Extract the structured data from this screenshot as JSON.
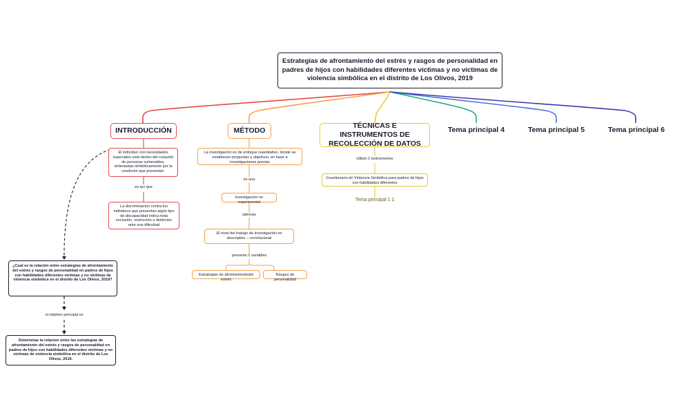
{
  "root": {
    "title": "Estrategias de afrontamiento del estrés y rasgos de personalidad en padres de hijos con habilidades diferentes víctimas y no víctimas de violencia simbólica en el distrito de Los Olivos, 2019"
  },
  "topics": {
    "introduccion": "INTRODUCCIÓN",
    "metodo": "MÉTODO",
    "tecnicas": "TÉCNICAS E INSTRUMENTOS DE RECOLECCIÓN DE DATOS",
    "tema4": "Tema principal 4",
    "tema5": "Tema principal 5",
    "tema6": "Tema principal 6"
  },
  "introduccion": {
    "node1": "El individuo con necesidades especiales está dentro del conjunto de personas vulnerables, violentadas simbólicamente por la condición que presentan.",
    "label1": "es así que",
    "node2": "La discriminacion contra los individuos que presentan algún tipo de discapacidad indica toda exclusión, restricción o distinción ante una dificultad"
  },
  "metodo": {
    "node1": "La investigación es de enfoque cuantitativo, donde se establecen preguntas y objetivos, en base a investigaciones previas",
    "label1": "es una",
    "node2": "Investigación no experimental",
    "label2": "ademas",
    "node3": "El nivel del trabajo de investigación es descriptivo – correlacional",
    "label3": "presenta 2 variables",
    "var1": "Estrategias de afrontamientodel estrés",
    "var2": "Rasgos de personalidad"
  },
  "tecnicas": {
    "label1": "Utilizó 2 instrumentos",
    "node1": "Cuestionario de Violencia Simbólica para padres de hijos con habilidades diferentes",
    "node2": "Tema principal 1 1"
  },
  "left": {
    "question": "¿Cual es la relación entre estrategias de afrontamiento del estrés y rasgos de personalidad en padres de hijos con habilidades diferentes víctimas y no víctimas de violencia simbólica en el distrito de Los Olivos, 2019?",
    "label1": "el objetivo principal es",
    "objective": "Determinar la relacion entre las estrategias de afrontamiento del estrés y rasgos de personalidad en padres de hijos con habilidades diferentes víctimas y no víctimas de violencia simbólica en el distrito de Los Olivos, 2019."
  },
  "colors": {
    "red": "#e34a4a",
    "orange": "#f3a04a",
    "yellow": "#e8c830",
    "green": "#1aab7e",
    "blue": "#4a6fe0",
    "indigo": "#3b3baa",
    "dark": "#1a1a2e"
  }
}
